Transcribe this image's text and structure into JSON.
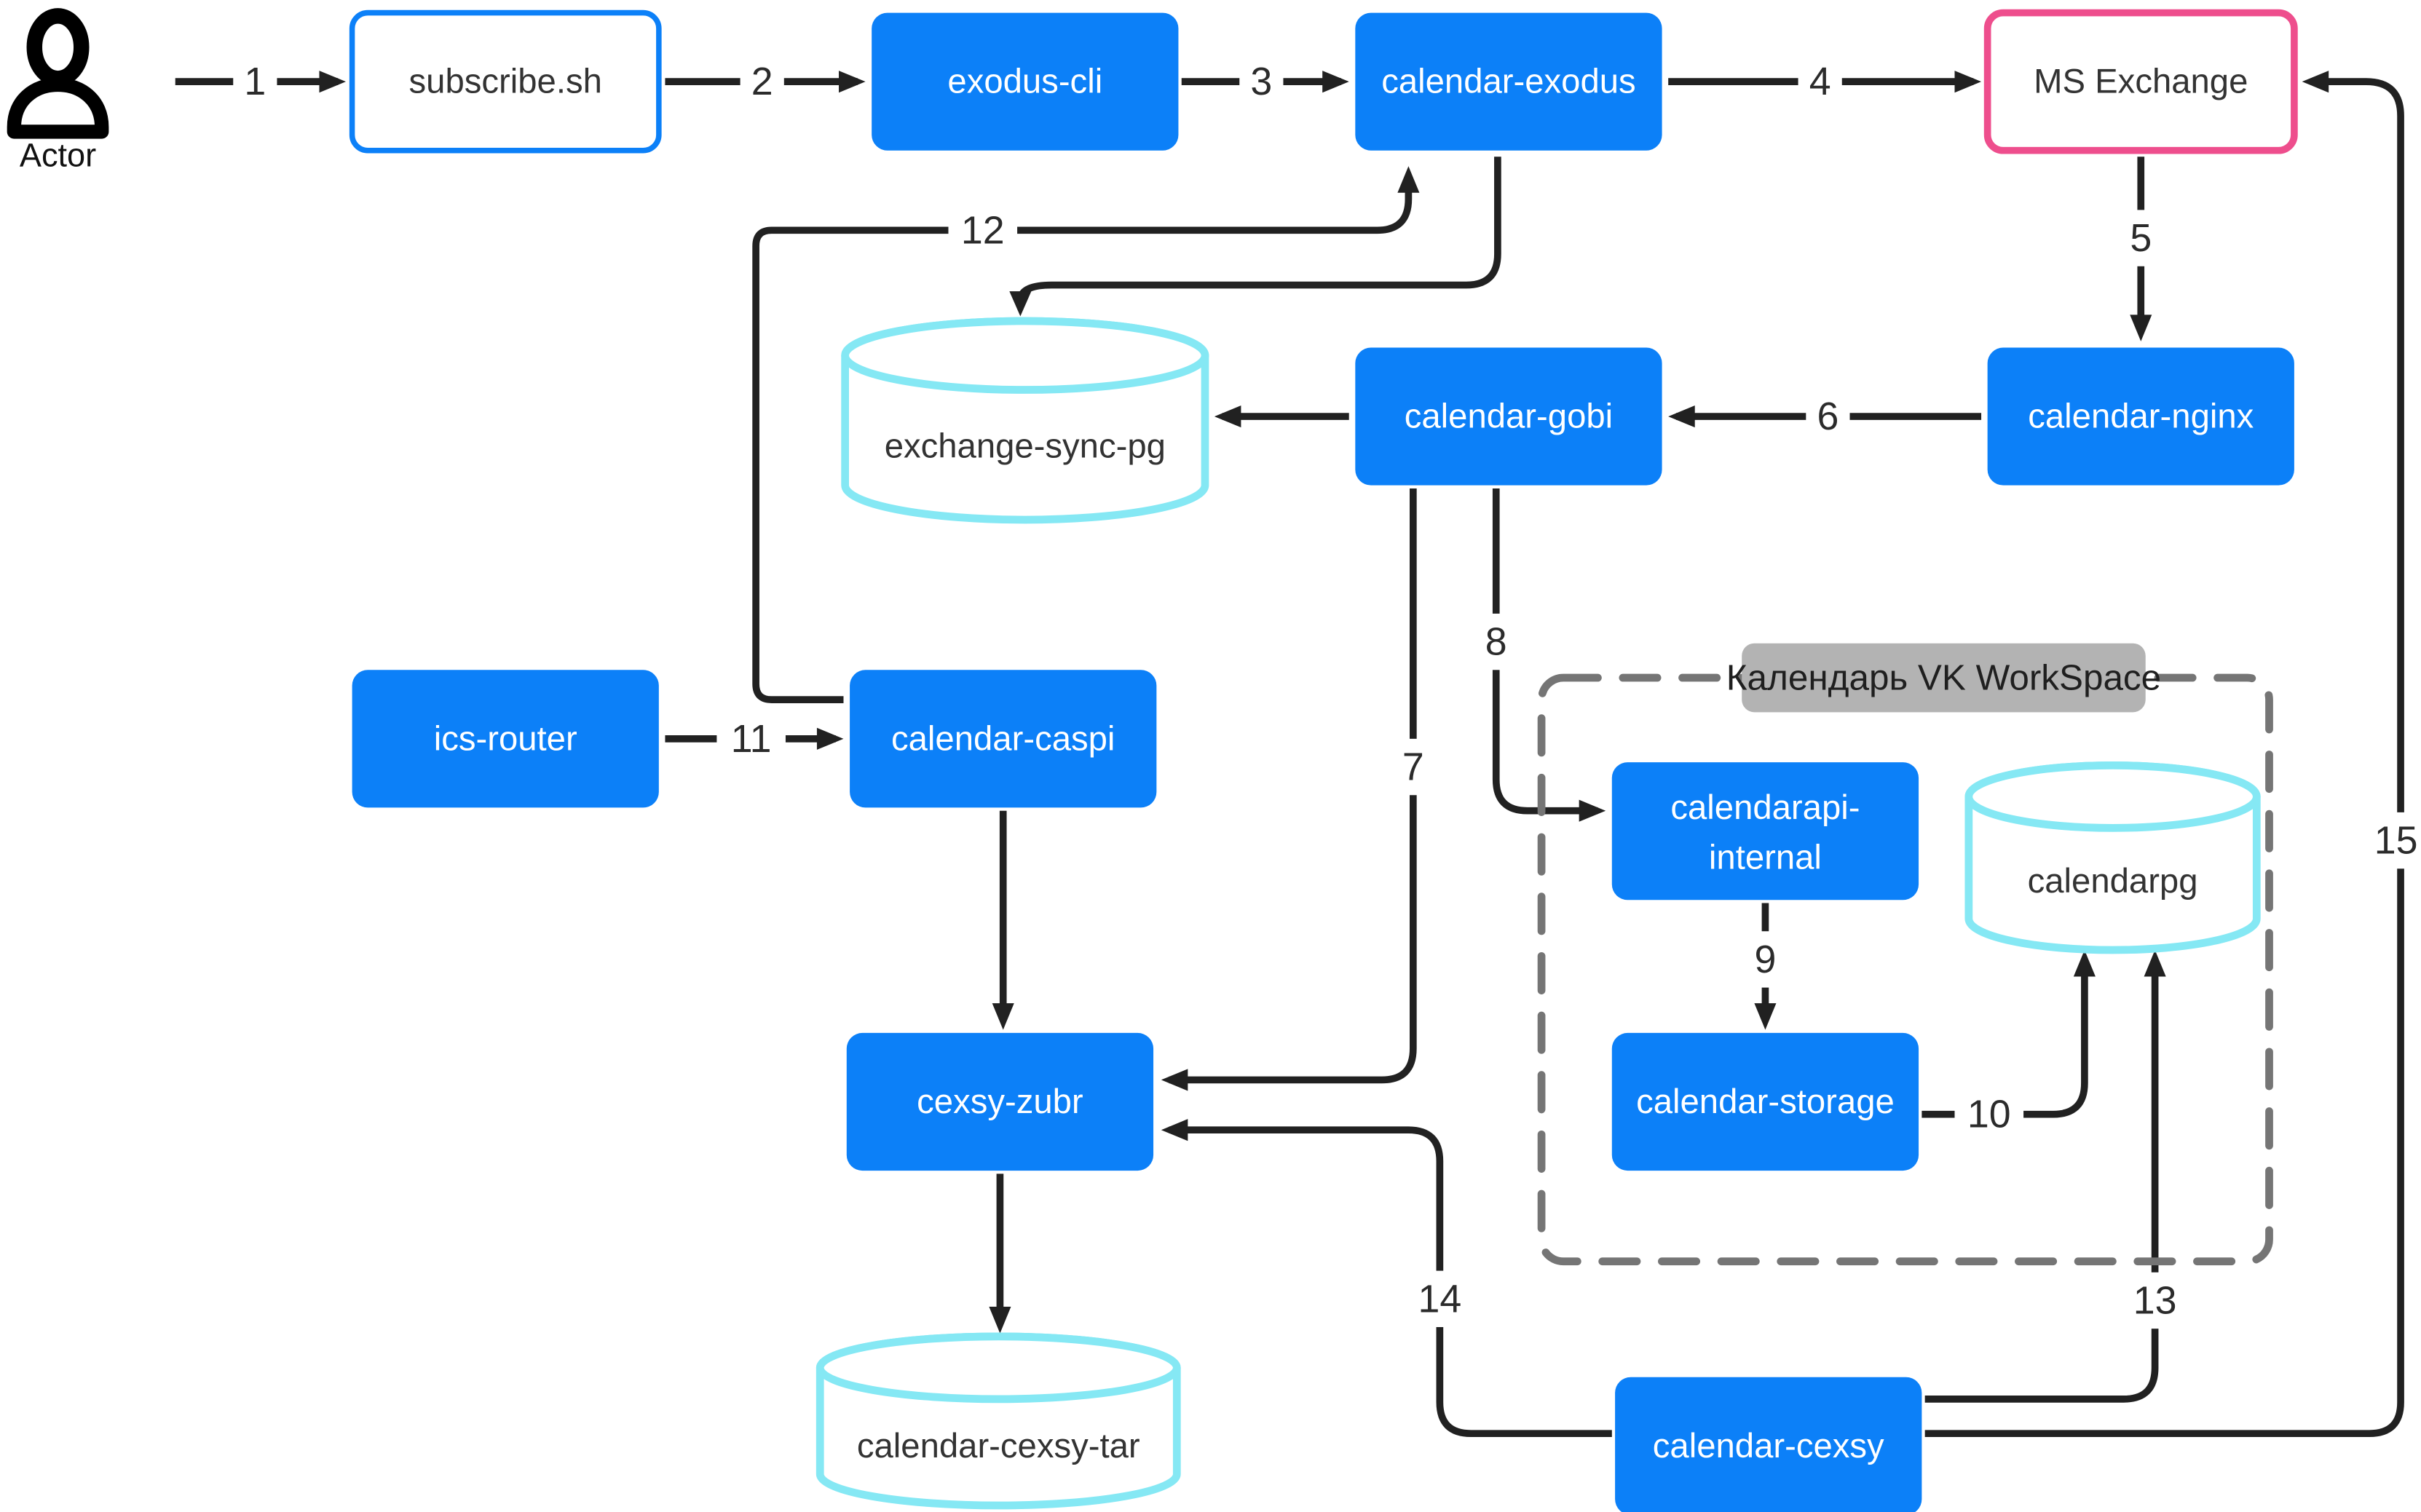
{
  "diagram_type": "flowchart",
  "group": {
    "title": "Календарь VK WorkSpace"
  },
  "actor": {
    "label": "Actor"
  },
  "nodes": {
    "subscribe": {
      "label": "subscribe.sh",
      "shape": "rect-outline-blue"
    },
    "exodus_cli": {
      "label": "exodus-cli",
      "shape": "rect-blue"
    },
    "calendar_exodus": {
      "label": "calendar-exodus",
      "shape": "rect-blue"
    },
    "ms_exchange": {
      "label": "MS Exchange",
      "shape": "rect-outline-pink"
    },
    "calendar_nginx": {
      "label": "calendar-nginx",
      "shape": "rect-blue"
    },
    "calendar_gobi": {
      "label": "calendar-gobi",
      "shape": "rect-blue"
    },
    "exchange_sync_pg": {
      "label": "exchange-sync-pg",
      "shape": "cylinder"
    },
    "ics_router": {
      "label": "ics-router",
      "shape": "rect-blue"
    },
    "calendar_caspi": {
      "label": "calendar-caspi",
      "shape": "rect-blue"
    },
    "cexsy_zubr": {
      "label": "cexsy-zubr",
      "shape": "rect-blue"
    },
    "calendar_cexsy_tar": {
      "label": "calendar-cexsy-tar",
      "shape": "cylinder"
    },
    "calendarapi_internal": {
      "line1": "calendarapi-",
      "line2": "internal",
      "shape": "rect-blue"
    },
    "calendarpg": {
      "label": "calendarpg",
      "shape": "cylinder"
    },
    "calendar_storage": {
      "label": "calendar-storage",
      "shape": "rect-blue"
    },
    "calendar_cexsy": {
      "label": "calendar-cexsy",
      "shape": "rect-blue"
    }
  },
  "edges": [
    {
      "from": "Actor",
      "to": "subscribe.sh",
      "label": "1"
    },
    {
      "from": "subscribe.sh",
      "to": "exodus-cli",
      "label": "2"
    },
    {
      "from": "exodus-cli",
      "to": "calendar-exodus",
      "label": "3"
    },
    {
      "from": "calendar-exodus",
      "to": "MS Exchange",
      "label": "4"
    },
    {
      "from": "MS Exchange",
      "to": "calendar-nginx",
      "label": "5"
    },
    {
      "from": "calendar-nginx",
      "to": "calendar-gobi",
      "label": "6"
    },
    {
      "from": "calendar-gobi",
      "to": "cexsy-zubr",
      "label": "7"
    },
    {
      "from": "calendar-gobi",
      "to": "calendarapi-internal",
      "label": "8"
    },
    {
      "from": "calendarapi-internal",
      "to": "calendar-storage",
      "label": "9"
    },
    {
      "from": "calendar-storage",
      "to": "calendarpg",
      "label": "10"
    },
    {
      "from": "ics-router",
      "to": "calendar-caspi",
      "label": "11"
    },
    {
      "from": "calendar-caspi",
      "to": "calendar-exodus",
      "label": "12"
    },
    {
      "from": "calendar-cexsy",
      "to": "calendarpg",
      "label": "13"
    },
    {
      "from": "calendar-cexsy",
      "to": "cexsy-zubr",
      "label": "14"
    },
    {
      "from": "calendar-cexsy",
      "to": "MS Exchange",
      "label": "15"
    },
    {
      "from": "calendar-gobi",
      "to": "exchange-sync-pg",
      "label": ""
    },
    {
      "from": "calendar-exodus",
      "to": "exchange-sync-pg",
      "label": ""
    },
    {
      "from": "calendar-caspi",
      "to": "cexsy-zubr",
      "label": ""
    },
    {
      "from": "cexsy-zubr",
      "to": "calendar-cexsy-tar",
      "label": ""
    }
  ],
  "colors": {
    "node_blue": "#0c80f8",
    "exchange_border_pink": "#ee4e8d",
    "database_border_cyan": "#85e8f4",
    "group_border_gray": "#757575",
    "group_chip_gray": "#b3b3b3",
    "edge_black": "#212121",
    "node_text_white": "#ffffff",
    "node_text_dark": "#333333"
  }
}
